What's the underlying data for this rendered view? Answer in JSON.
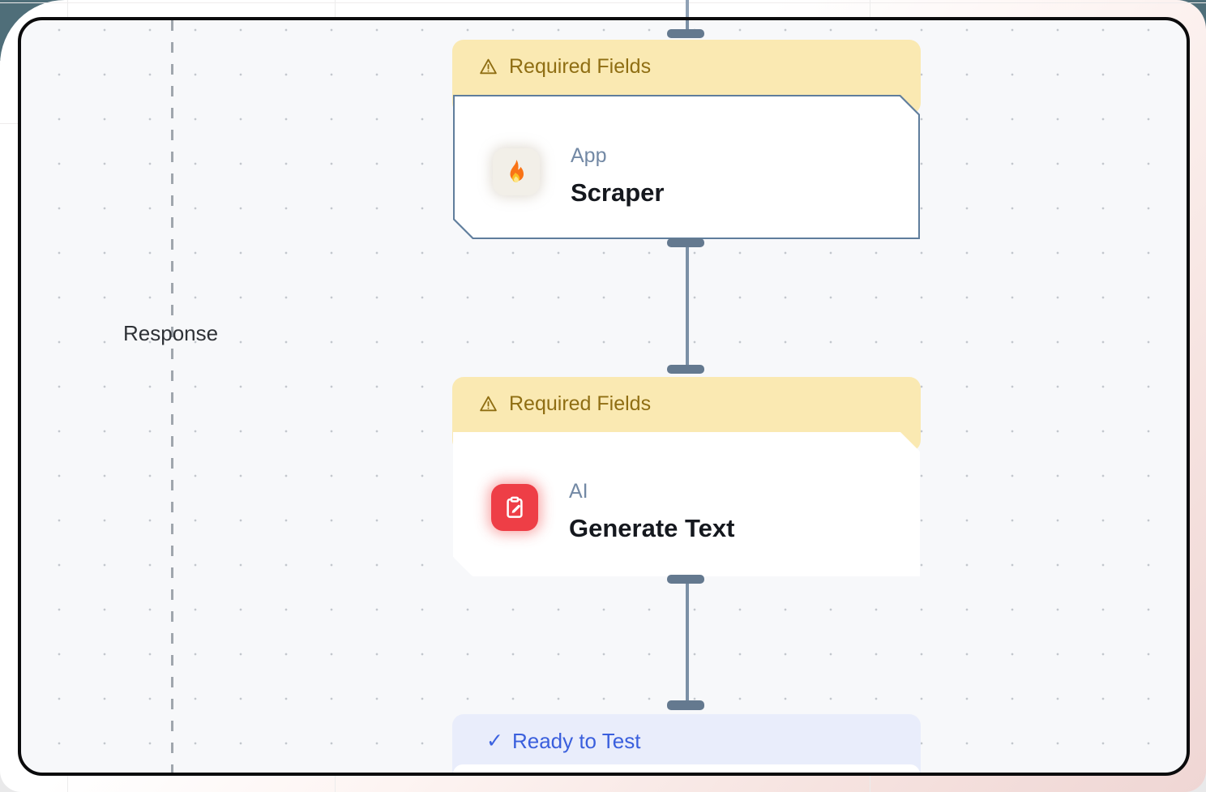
{
  "canvas": {
    "response_label": "Response"
  },
  "nodes": [
    {
      "banner_label": "Required Fields",
      "banner_type": "warning",
      "category_label": "App",
      "title": "Scraper",
      "icon": "fire-icon"
    },
    {
      "banner_label": "Required Fields",
      "banner_type": "warning",
      "category_label": "AI",
      "title": "Generate Text",
      "icon": "clipboard-edit-icon"
    },
    {
      "banner_label": "Ready to Test",
      "banner_type": "ready",
      "check_glyph": "✓"
    }
  ],
  "colors": {
    "canvas_background": "#f7f8fa",
    "canvas_border": "#0b0b0c",
    "warning_banner_background": "#fae9b2",
    "warning_banner_text": "#8f6e13",
    "ready_banner_background": "#e9edfb",
    "ready_banner_text": "#3a5fdd",
    "card_border": "#5f7d9c",
    "category_label_text": "#7389a5",
    "title_text": "#15181e",
    "connector": "#7b90a6",
    "handle": "#64798f",
    "fire_icon_background": "#f2efe8",
    "ai_icon_background": "#ee3e46",
    "page_pink": "#efd6d4",
    "backdrop_teal": "#4f6e79"
  }
}
